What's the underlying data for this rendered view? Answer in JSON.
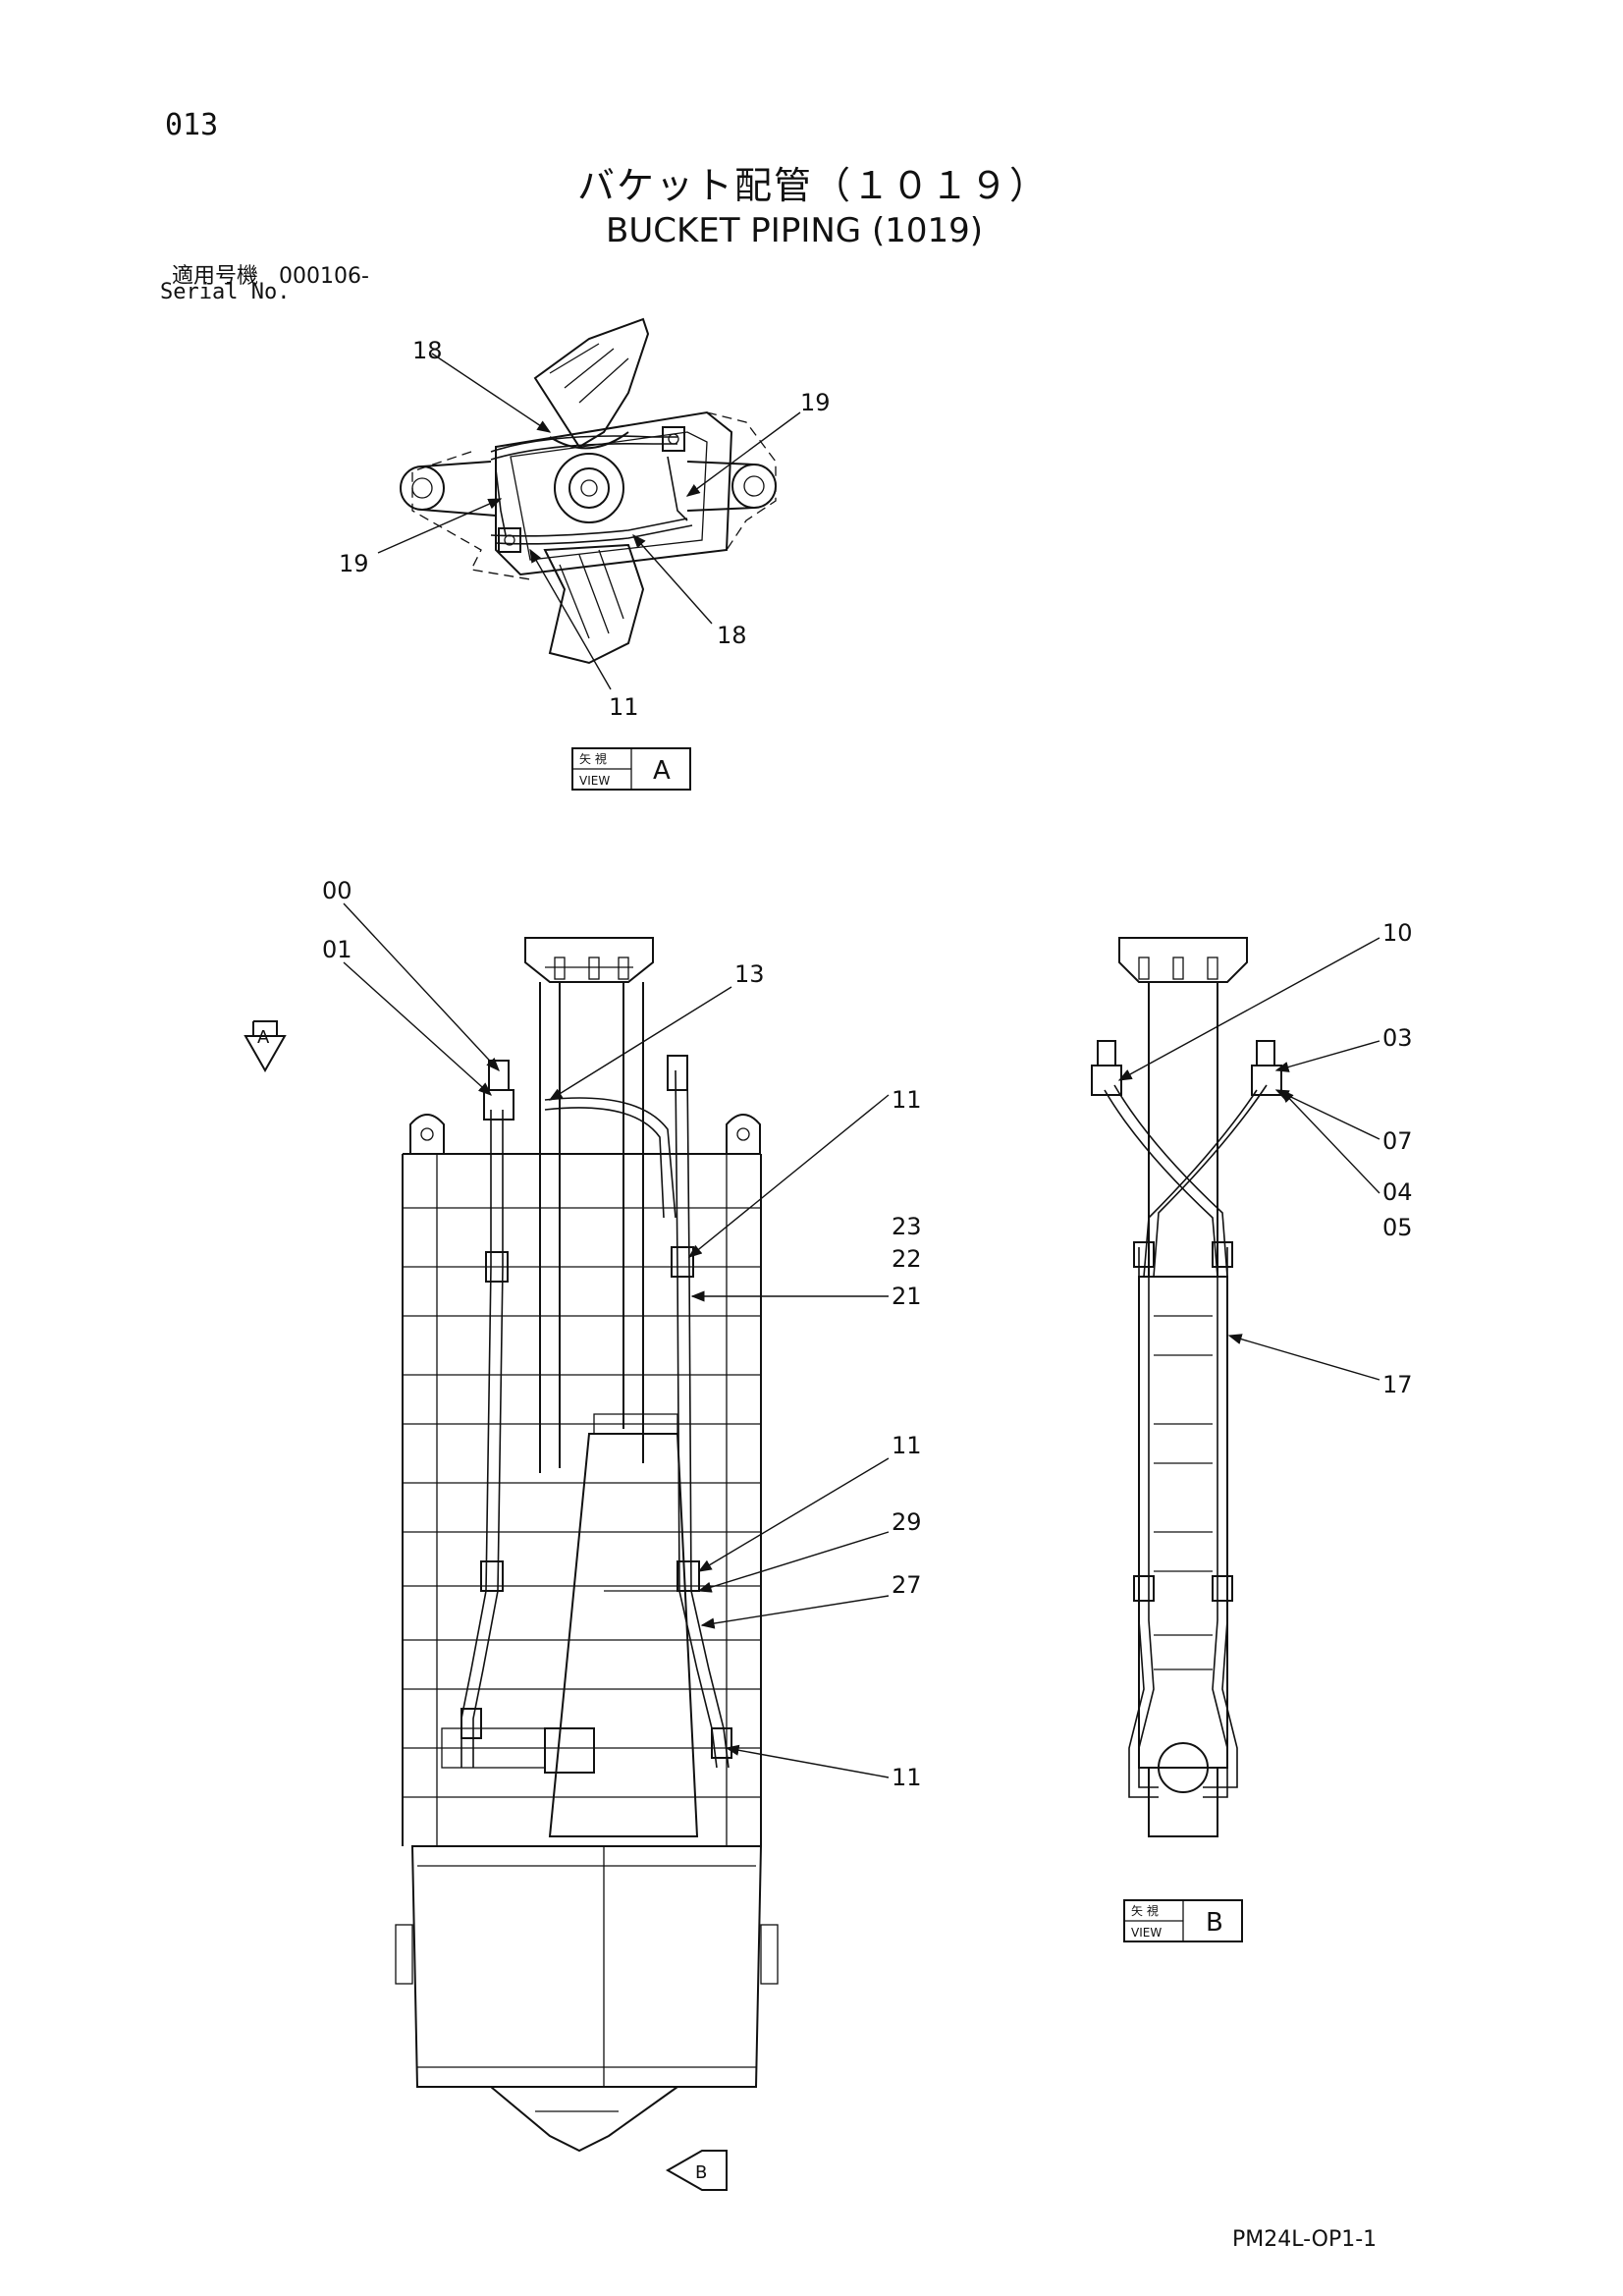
{
  "header": {
    "page_number": "013",
    "title_jp": "バケット配管（１０１９）",
    "title_en": "BUCKET PIPING (1019)",
    "serial_label_jp": "適用号機",
    "serial_value": "000106-",
    "serial_label_en": "Serial No."
  },
  "footer": {
    "document_code": "PM24L-OP1-1"
  },
  "views": {
    "view_a": {
      "label_jp": "矢 視",
      "label_en": "VIEW",
      "letter": "A"
    },
    "view_b": {
      "label_jp": "矢 視",
      "label_en": "VIEW",
      "letter": "B"
    },
    "arrow_a": "A",
    "arrow_b": "B"
  },
  "callouts": {
    "top_view": [
      "18",
      "19",
      "19",
      "18",
      "11"
    ],
    "front_view": [
      "00",
      "01",
      "13",
      "11",
      "23",
      "22",
      "21",
      "11",
      "29",
      "27",
      "11"
    ],
    "side_view": [
      "10",
      "03",
      "07",
      "04",
      "05",
      "17"
    ]
  }
}
